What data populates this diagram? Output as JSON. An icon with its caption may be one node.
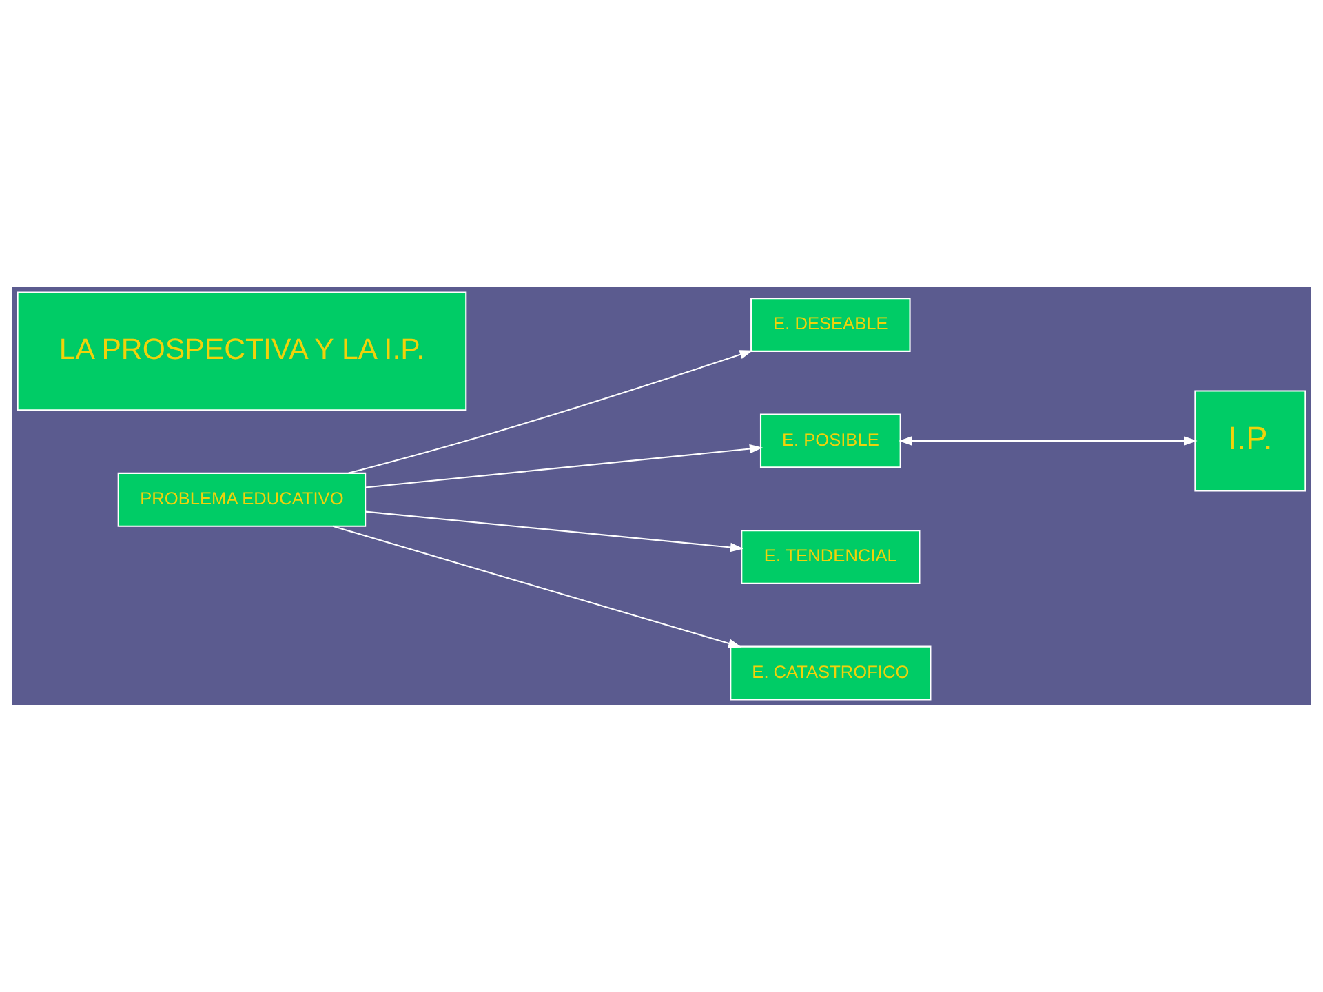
{
  "diagram": {
    "nodes": [
      {
        "text": [
          "LA PROSPECTIVA Y LA I.P."
        ]
      },
      {
        "text": [
          "E. DESEABLE"
        ]
      },
      {
        "text": [
          "E. POSIBLE"
        ]
      },
      {
        "text": [
          "I.P."
        ]
      },
      {
        "text": [
          "PROBLEMA EDUCATIVO"
        ]
      },
      {
        "text": [
          "E. TENDENCIAL"
        ]
      },
      {
        "text": [
          "E. CATASTROFICO"
        ]
      }
    ],
    "edges": [
      {
        "from": 4,
        "to": 1,
        "arrow": "to"
      },
      {
        "from": 4,
        "to": 2,
        "arrow": "to"
      },
      {
        "from": 4,
        "to": 5,
        "arrow": "to"
      },
      {
        "from": 4,
        "to": 6,
        "arrow": "to"
      },
      {
        "from": 2,
        "to": 3,
        "arrow": "both"
      }
    ]
  }
}
